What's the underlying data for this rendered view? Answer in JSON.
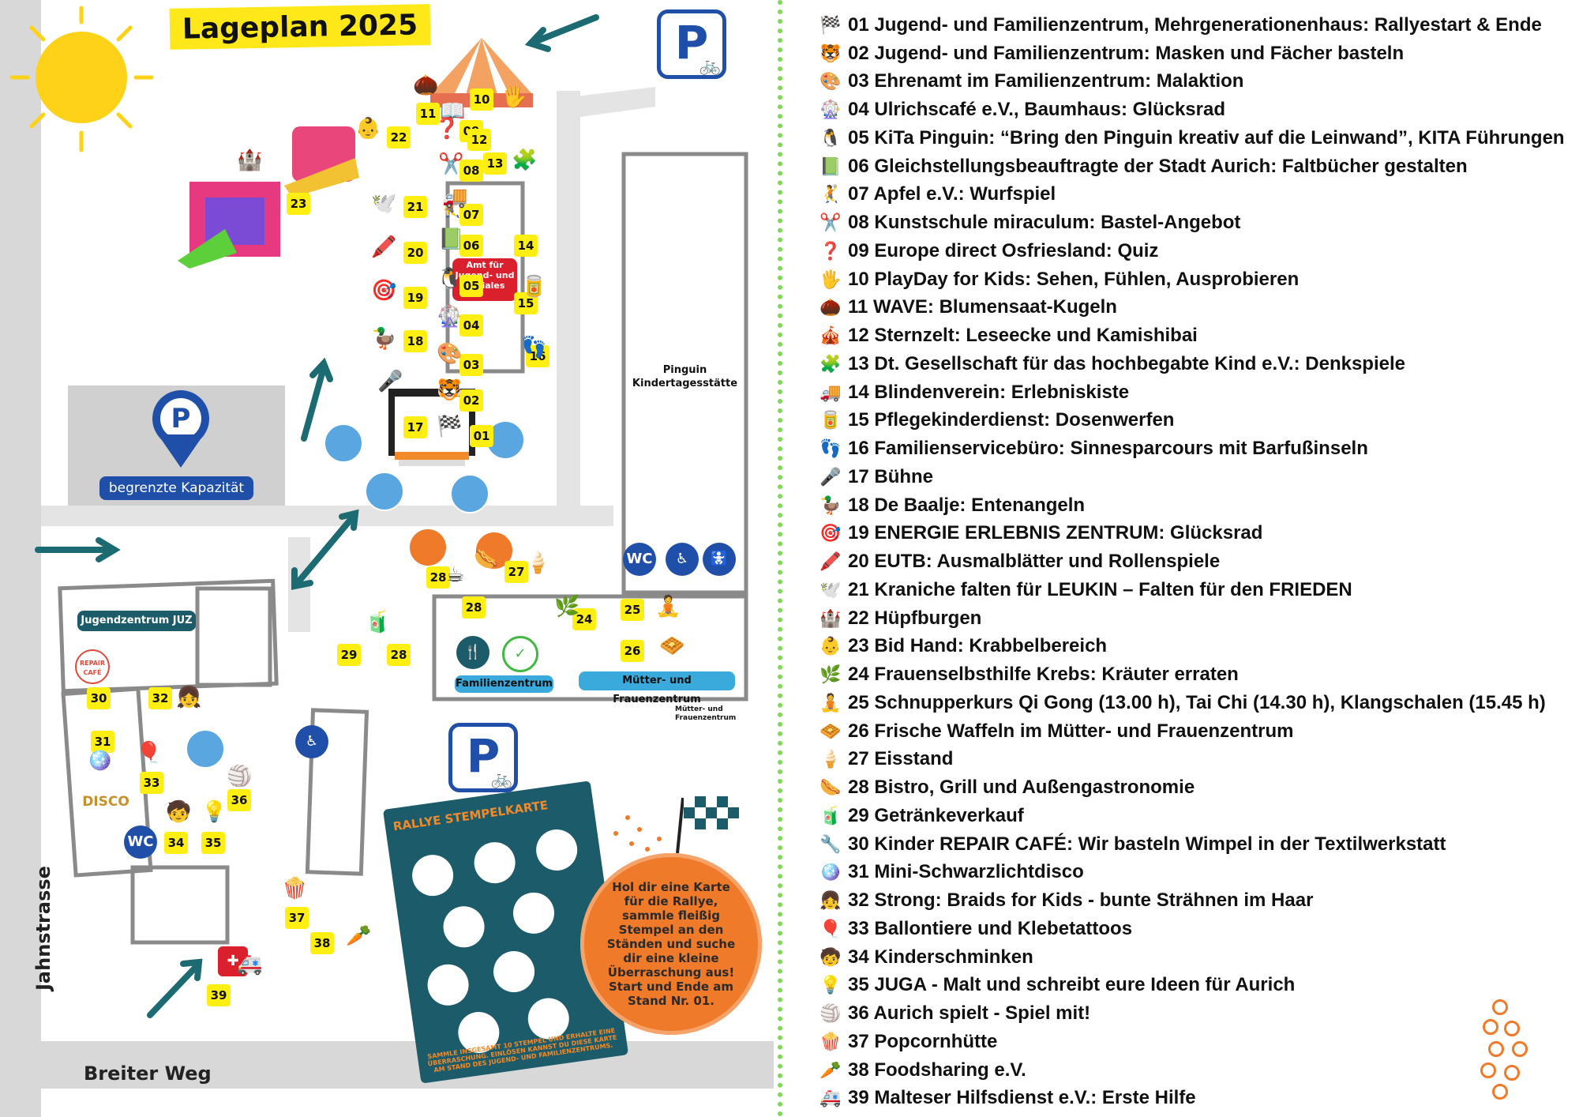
{
  "map": {
    "title": "Lageplan 2025",
    "parking_lot_label": "begrenzte Kapazität",
    "parking_letter": "P",
    "streets": {
      "jahnstrasse": "Jahnstrasse",
      "breiter_weg": "Breiter Weg"
    },
    "buildings": {
      "amt": "Amt für Jugend- und Soziales",
      "pinguin": "Pinguin Kindertagesstätte",
      "juz": "Jugendzentrum JUZ",
      "familienzentrum": "Familienzentrum",
      "muetter": "Mütter- und Frauenzentrum",
      "muetter_logo": "Mütter- und Frauenzentrum",
      "disco": "DISCO",
      "repair": "REPAIR CAFÉ"
    },
    "wc_label": "WC",
    "markers": [
      {
        "n": "01",
        "icon": "🏁"
      },
      {
        "n": "02",
        "icon": "🐯"
      },
      {
        "n": "03",
        "icon": "🎨"
      },
      {
        "n": "04",
        "icon": "🎡"
      },
      {
        "n": "05",
        "icon": "🐧"
      },
      {
        "n": "06",
        "icon": "📗"
      },
      {
        "n": "07",
        "icon": "🤾"
      },
      {
        "n": "08",
        "icon": "✂️"
      },
      {
        "n": "09",
        "icon": "❓"
      },
      {
        "n": "10",
        "icon": "🖐️"
      },
      {
        "n": "11",
        "icon": "🌰"
      },
      {
        "n": "12",
        "icon": "📖"
      },
      {
        "n": "13",
        "icon": "🧩"
      },
      {
        "n": "14",
        "icon": "🚚"
      },
      {
        "n": "15",
        "icon": "🥫"
      },
      {
        "n": "16",
        "icon": "👣"
      },
      {
        "n": "17",
        "icon": "🎤"
      },
      {
        "n": "18",
        "icon": "🦆"
      },
      {
        "n": "19",
        "icon": "🎯"
      },
      {
        "n": "20",
        "icon": "🖍️"
      },
      {
        "n": "21",
        "icon": "🕊️"
      },
      {
        "n": "22",
        "icon": "👶"
      },
      {
        "n": "23",
        "icon": "🏰"
      },
      {
        "n": "24",
        "icon": "🌿"
      },
      {
        "n": "25",
        "icon": "🧘"
      },
      {
        "n": "26",
        "icon": "🧇"
      },
      {
        "n": "27",
        "icon": "🍦"
      },
      {
        "n": "28",
        "icon": "🌭"
      },
      {
        "n": "28",
        "icon": "☕"
      },
      {
        "n": "28",
        "icon": ""
      },
      {
        "n": "29",
        "icon": "🧃"
      },
      {
        "n": "30",
        "icon": ""
      },
      {
        "n": "31",
        "icon": "🪩"
      },
      {
        "n": "32",
        "icon": "👧"
      },
      {
        "n": "33",
        "icon": "🎈"
      },
      {
        "n": "34",
        "icon": "🧒"
      },
      {
        "n": "35",
        "icon": "💡"
      },
      {
        "n": "36",
        "icon": "🏐"
      },
      {
        "n": "37",
        "icon": "🍿"
      },
      {
        "n": "38",
        "icon": "🥕"
      },
      {
        "n": "39",
        "icon": "🚑"
      }
    ]
  },
  "card": {
    "title": "RALLYE STEMPELKARTE",
    "footer": "SAMMLE INSGESAMT 10 STEMPEL UND ERHALTE EINE ÜBERRASCHUNG. EINLÖSEN KANNST DU DIESE KARTE AM STAND DES JUGEND- UND FAMILIENZENTRUMS.",
    "bubble": "Hol dir eine Karte für die Rallye, sammle fleißig Stempel an den Ständen und suche dir eine kleine Überraschung aus! Start und Ende am Stand Nr. 01."
  },
  "legend": [
    {
      "icon": "🏁",
      "text": "01 Jugend- und Familienzentrum, Mehrgenerationenhaus: Rallyestart & Ende"
    },
    {
      "icon": "🐯",
      "text": "02 Jugend- und Familienzentrum: Masken und Fächer basteln"
    },
    {
      "icon": "🎨",
      "text": "03 Ehrenamt im Familienzentrum: Malaktion"
    },
    {
      "icon": "🎡",
      "text": "04 Ulrichscafé e.V., Baumhaus: Glücksrad"
    },
    {
      "icon": "🐧",
      "text": "05 KiTa Pinguin: “Bring den Pinguin kreativ auf die Leinwand”, KITA Führungen"
    },
    {
      "icon": "📗",
      "text": "06 Gleichstellungsbeauftragte der Stadt Aurich: Faltbücher gestalten"
    },
    {
      "icon": "🤾",
      "text": "07 Apfel e.V.: Wurfspiel"
    },
    {
      "icon": "✂️",
      "text": "08 Kunstschule miraculum: Bastel-Angebot"
    },
    {
      "icon": "❓",
      "text": "09 Europe direct Osfriesland: Quiz"
    },
    {
      "icon": "🖐️",
      "text": "10 PlayDay for Kids: Sehen, Fühlen, Ausprobieren"
    },
    {
      "icon": "🌰",
      "text": "11 WAVE: Blumensaat-Kugeln"
    },
    {
      "icon": "🎪",
      "text": "12 Sternzelt: Leseecke und Kamishibai"
    },
    {
      "icon": "🧩",
      "text": "13 Dt. Gesellschaft für das hochbegabte Kind e.V.: Denkspiele"
    },
    {
      "icon": "🚚",
      "text": "14 Blindenverein: Erlebniskiste"
    },
    {
      "icon": "🥫",
      "text": "15 Pflegekinderdienst: Dosenwerfen"
    },
    {
      "icon": "👣",
      "text": "16 Familienservicebüro: Sinnesparcours mit Barfußinseln"
    },
    {
      "icon": "🎤",
      "text": "17 Bühne"
    },
    {
      "icon": "🦆",
      "text": "18 De Baalje: Entenangeln"
    },
    {
      "icon": "🎯",
      "text": "19 ENERGIE ERLEBNIS ZENTRUM: Glücksrad"
    },
    {
      "icon": "🖍️",
      "text": "20 EUTB: Ausmalblätter und Rollenspiele"
    },
    {
      "icon": "🕊️",
      "text": "21 Kraniche falten für LEUKIN – Falten für den FRIEDEN"
    },
    {
      "icon": "🏰",
      "text": "22 Hüpfburgen"
    },
    {
      "icon": "👶",
      "text": "23 Bid Hand: Krabbelbereich"
    },
    {
      "icon": "🌿",
      "text": "24 Frauenselbsthilfe Krebs: Kräuter erraten"
    },
    {
      "icon": "🧘",
      "text": "25 Schnupperkurs Qi Gong (13.00 h), Tai Chi (14.30 h), Klangschalen (15.45 h)"
    },
    {
      "icon": "🧇",
      "text": "26 Frische Waffeln im Mütter- und Frauenzentrum"
    },
    {
      "icon": "🍦",
      "text": "27 Eisstand"
    },
    {
      "icon": "🌭",
      "text": "28 Bistro, Grill und Außengastronomie"
    },
    {
      "icon": "🧃",
      "text": "29 Getränkeverkauf"
    },
    {
      "icon": "🔧",
      "text": "30 Kinder REPAIR CAFÉ: Wir basteln Wimpel in der Textilwerkstatt"
    },
    {
      "icon": "🪩",
      "text": "31 Mini-Schwarzlichtdisco"
    },
    {
      "icon": "👧",
      "text": "32 Strong: Braids for Kids - bunte Strähnen im Haar"
    },
    {
      "icon": "🎈",
      "text": "33 Ballontiere und Klebetattoos"
    },
    {
      "icon": "🧒",
      "text": "34 Kinderschminken"
    },
    {
      "icon": "💡",
      "text": "35 JUGA - Malt und schreibt eure Ideen für Aurich"
    },
    {
      "icon": "🏐",
      "text": "36 Aurich spielt - Spiel mit!"
    },
    {
      "icon": "🍿",
      "text": "37 Popcornhütte"
    },
    {
      "icon": "🥕",
      "text": "38 Foodsharing e.V."
    },
    {
      "icon": "🚑",
      "text": "39 Malteser Hilfsdienst e.V.:  Erste Hilfe"
    }
  ]
}
